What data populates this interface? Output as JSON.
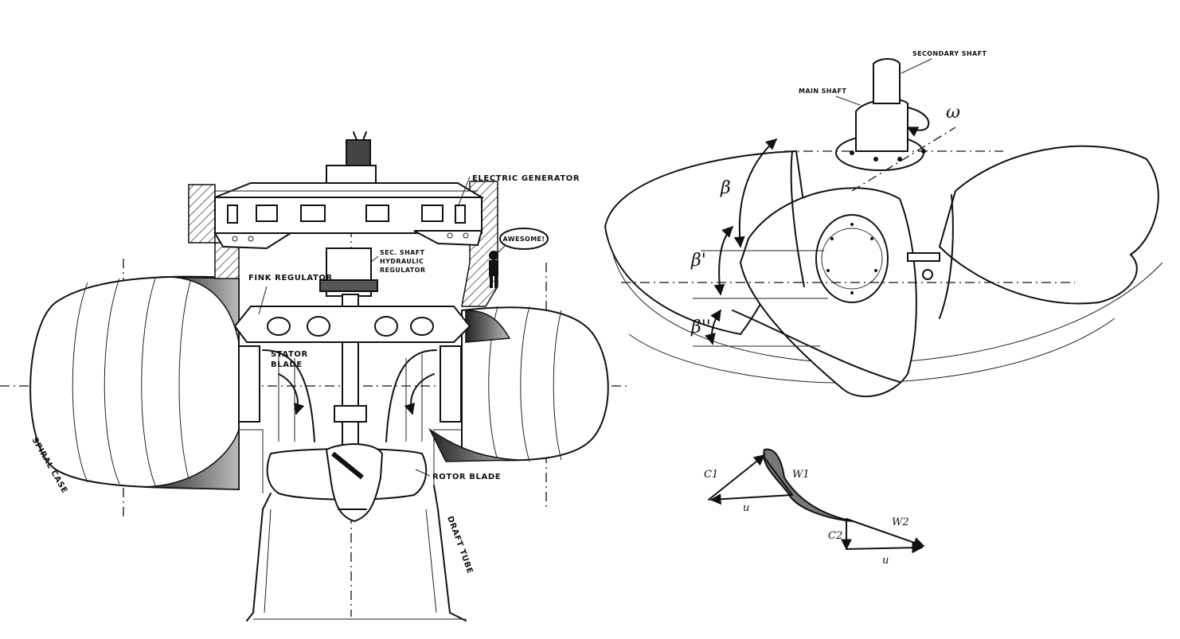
{
  "turbine_section": {
    "labels": {
      "electric_generator": "ELECTRIC GENERATOR",
      "sec_shaft": "SEC. SHAFT",
      "hydraulic": "HYDRAULIC",
      "regulator": "REGULATOR",
      "awesome": "AWESOME!",
      "fink_regulator": "FINK REGULATOR",
      "stator": "STATOR",
      "blade": "BLADE",
      "rotor_blade": "ROTOR BLADE",
      "spiral_case": "SPIRAL CASE",
      "draft_tube": "DRAFT TUBE"
    }
  },
  "runner_view": {
    "labels": {
      "secondary_shaft": "SECONDARY SHAFT",
      "main_shaft": "MAIN SHAFT",
      "omega": "ω",
      "beta": "β",
      "beta1": "β'",
      "beta2": "β''"
    }
  },
  "velocity_triangles": {
    "labels": {
      "c1": "C1",
      "w1": "W1",
      "u1": "u",
      "c2": "C2",
      "w2": "W2",
      "u2": "u"
    }
  }
}
